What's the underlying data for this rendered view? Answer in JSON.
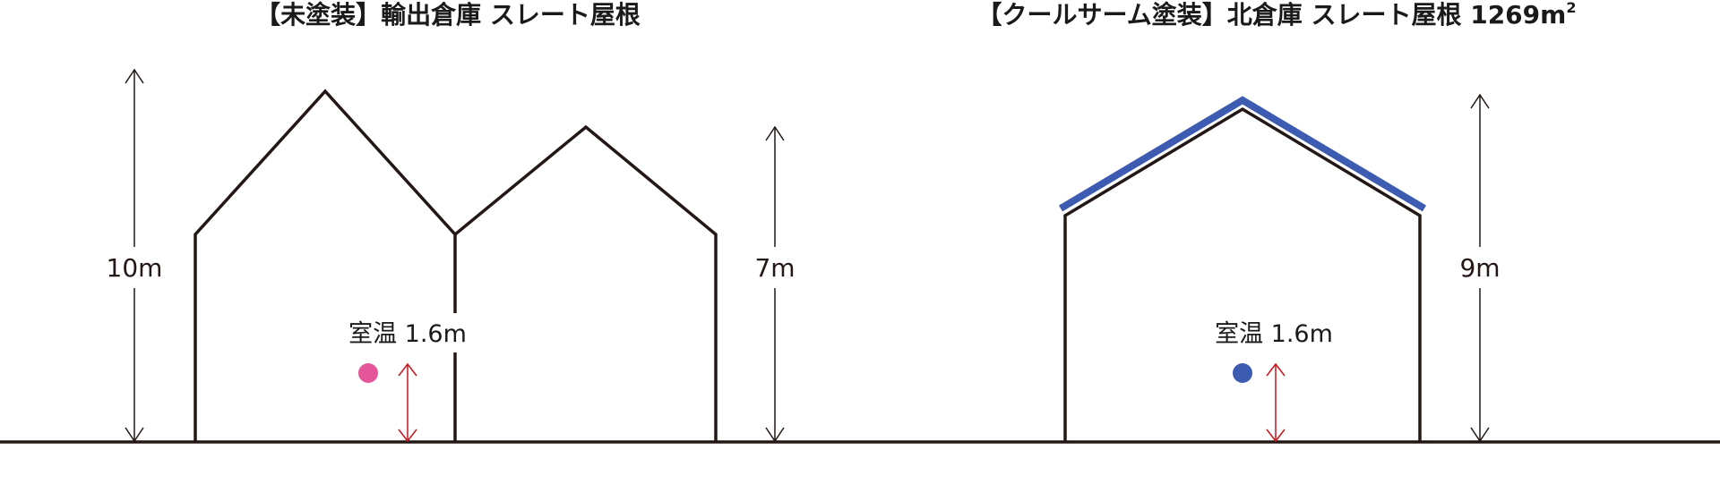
{
  "left_panel": {
    "title": "【未塗装】輸出倉庫 スレート屋根",
    "height_label": "10m",
    "second_height_label": "7m",
    "temp_label": "室温 1.6m",
    "marker_color": "#e4559a"
  },
  "right_panel": {
    "title_main": "【クールサーム塗装】北倉庫 スレート屋根 1269m",
    "title_sup": "2",
    "height_label": "9m",
    "temp_label": "室温 1.6m",
    "marker_color": "#3d5bb0",
    "roof_coating_color": "#3d5bb0"
  },
  "colors": {
    "outline": "#231815",
    "height_arrow": "#c8161d"
  }
}
